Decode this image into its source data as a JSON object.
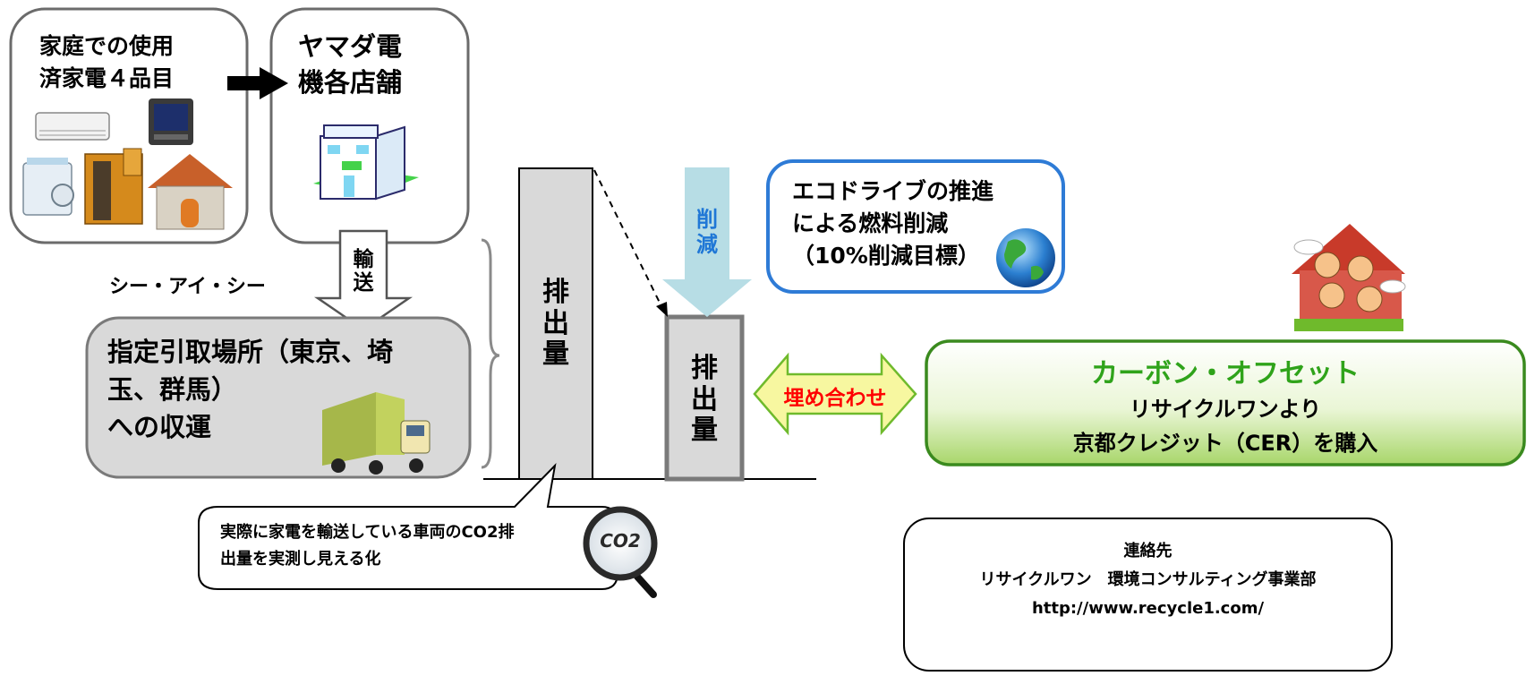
{
  "colors": {
    "bar_fill": "#d9d9d9",
    "green_box_border": "#3a8a1e",
    "green_box_title": "#2fa31a",
    "blue_box_border": "#2e7bd6",
    "arrow_light_blue": "#b7dde5",
    "arrow_yellow_green": "#f7f7a0",
    "red_label": "#ff0000"
  },
  "household": {
    "title_line1": "家庭での使用",
    "title_line2": "済家電４品目",
    "icons": [
      "air-conditioner-icon",
      "television-icon",
      "washing-machine-icon",
      "refrigerator-icon",
      "house-icon"
    ]
  },
  "store": {
    "title_line1": "ヤマダ電",
    "title_line2": "機各店舗",
    "icon": "store-building-icon"
  },
  "transport": {
    "label_chars": [
      "輸",
      "送"
    ],
    "company": "シー・アイ・シー"
  },
  "collection": {
    "line1": "指定引取場所（東京、埼",
    "line2": "玉、群馬）",
    "line3": "への収運",
    "icon": "truck-icon"
  },
  "emissions": {
    "bar1_chars": [
      "排",
      "出",
      "量"
    ],
    "bar2_chars": [
      "排",
      "出",
      "量"
    ],
    "reduction_chars": [
      "削",
      "減"
    ]
  },
  "ecodrive": {
    "line1": "エコドライブの推進",
    "line2": "による燃料削減",
    "line3": "（10%削減目標）",
    "icon": "earth-globe-icon"
  },
  "offset_arrow_label": "埋め合わせ",
  "carbon_offset": {
    "title": "カーボン・オフセット",
    "line2": "リサイクルワンより",
    "line3": "京都クレジット（CER）を購入",
    "icon": "family-house-icon"
  },
  "callout": {
    "line1": "実際に家電を輸送している車両のCO2排",
    "line2": "出量を実測し見える化",
    "icon": "co2-magnifier-icon",
    "icon_label": "CO2"
  },
  "contact": {
    "label": "連絡先",
    "org": "リサイクルワン　環境コンサルティング事業部",
    "url": "http://www.recycle1.com/"
  }
}
